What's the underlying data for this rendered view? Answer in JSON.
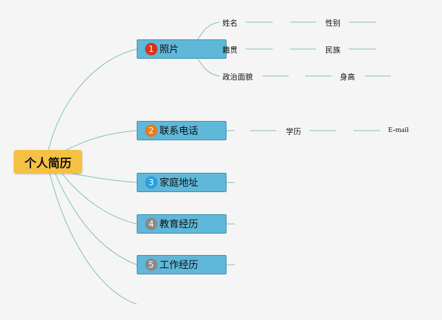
{
  "root": {
    "label": "个人简历",
    "color": "#f5c142"
  },
  "topics": [
    {
      "label": "照片",
      "number": "1",
      "badge_color": "#d9331e",
      "details": [
        "姓名",
        "性别",
        "籍贯",
        "民族",
        "政治面貌",
        "身高"
      ]
    },
    {
      "label": "联系电话",
      "number": "2",
      "badge_color": "#e67a21",
      "details": [
        "学历",
        "E-mail"
      ]
    },
    {
      "label": "家庭地址",
      "number": "3",
      "badge_color": "#2a9ee0",
      "details": []
    },
    {
      "label": "教育经历",
      "number": "4",
      "badge_color": "#8a8a8a",
      "details": []
    },
    {
      "label": "工作经历",
      "number": "5",
      "badge_color": "#8a8a8a",
      "details": []
    }
  ],
  "colors": {
    "connector": "#7fbfaa",
    "topic_fill": "#5fb8d9"
  }
}
